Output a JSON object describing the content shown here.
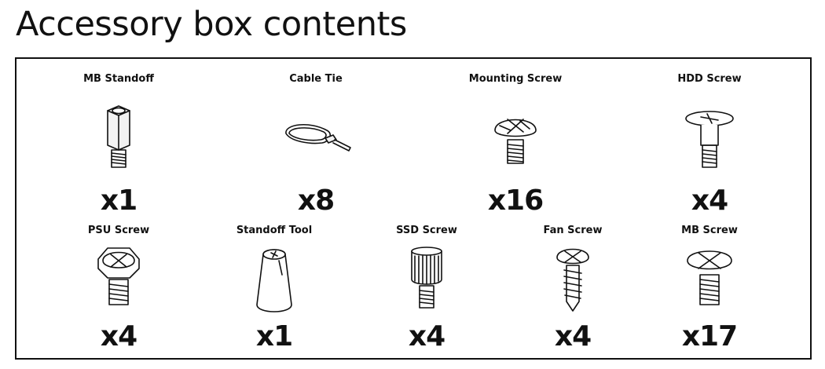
{
  "page": {
    "title": "Accessory box contents"
  },
  "items": [
    {
      "name": "MB Standoff",
      "qty": "x1"
    },
    {
      "name": "Cable Tie",
      "qty": "x8"
    },
    {
      "name": "Mounting Screw",
      "qty": "x16"
    },
    {
      "name": "HDD Screw",
      "qty": "x4"
    },
    {
      "name": "PSU Screw",
      "qty": "x4"
    },
    {
      "name": "Standoff Tool",
      "qty": "x1"
    },
    {
      "name": "SSD Screw",
      "qty": "x4"
    },
    {
      "name": "Fan Screw",
      "qty": "x4"
    },
    {
      "name": "MB Screw",
      "qty": "x17"
    }
  ],
  "icons": [
    "standoff-icon",
    "cable-tie-icon",
    "mounting-screw-icon",
    "hdd-screw-icon",
    "psu-screw-icon",
    "standoff-tool-icon",
    "ssd-screw-icon",
    "fan-screw-icon",
    "mb-screw-icon"
  ]
}
